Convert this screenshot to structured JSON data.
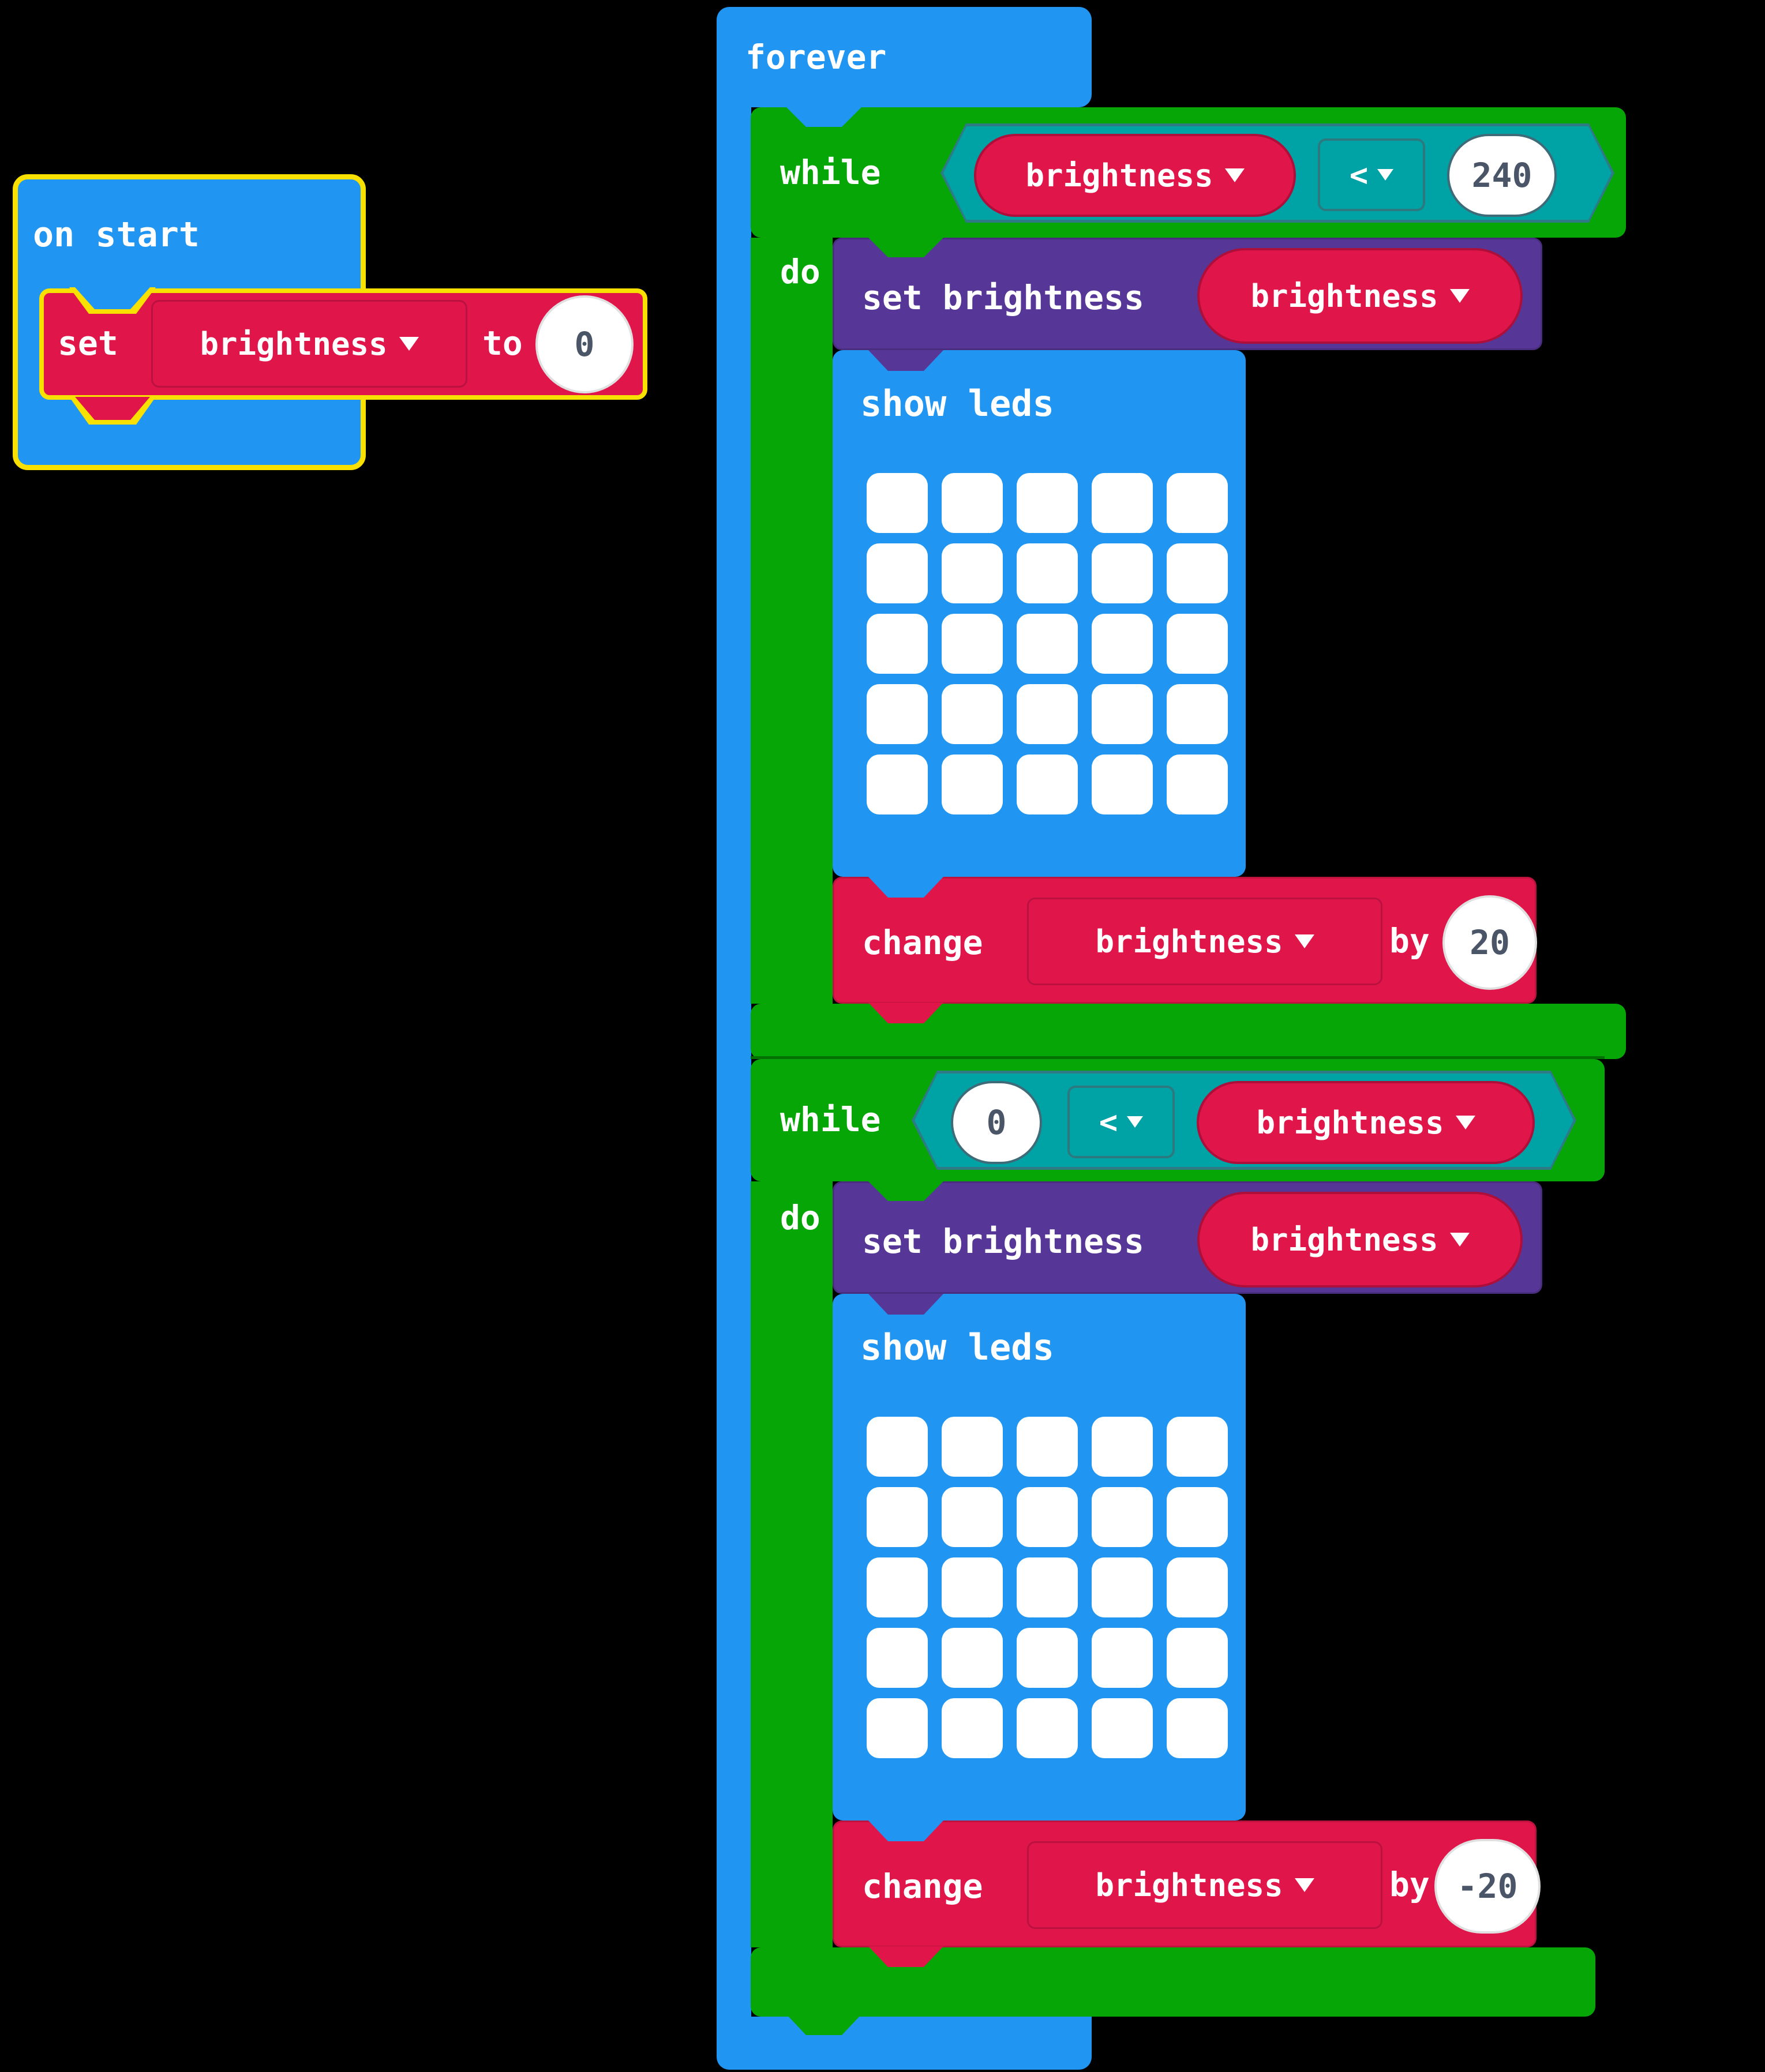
{
  "colors": {
    "background": "#000000",
    "basic_blue": "#2095F2",
    "loops_green": "#05A605",
    "logic_teal": "#00A3A5",
    "led_purple": "#563797",
    "variables_red": "#E0164A",
    "selection_yellow": "#F8E000",
    "number_text": "#4A5568"
  },
  "on_start": {
    "label": "on start",
    "selected": true,
    "set": {
      "keyword": "set",
      "variable": "brightness",
      "to": "to",
      "value": "0"
    }
  },
  "forever": {
    "label": "forever",
    "while1": {
      "keyword": "while",
      "do_label": "do",
      "cond": {
        "left_var": "brightness",
        "op": "<",
        "right_num": "240"
      },
      "set": {
        "label": "set brightness",
        "variable": "brightness"
      },
      "show_leds": {
        "label": "show leds"
      },
      "change": {
        "keyword": "change",
        "variable": "brightness",
        "by": "by",
        "value": "20"
      }
    },
    "while2": {
      "keyword": "while",
      "do_label": "do",
      "cond": {
        "left_num": "0",
        "op": "<",
        "right_var": "brightness"
      },
      "set": {
        "label": "set brightness",
        "variable": "brightness"
      },
      "show_leds": {
        "label": "show leds"
      },
      "change": {
        "keyword": "change",
        "variable": "brightness",
        "by": "by",
        "value": "-20"
      }
    }
  },
  "leds": {
    "grid1": [
      [
        1,
        1,
        1,
        1,
        1
      ],
      [
        1,
        1,
        1,
        1,
        1
      ],
      [
        1,
        1,
        1,
        1,
        1
      ],
      [
        1,
        1,
        1,
        1,
        1
      ],
      [
        1,
        1,
        1,
        1,
        1
      ]
    ],
    "grid2": [
      [
        1,
        1,
        1,
        1,
        1
      ],
      [
        1,
        1,
        1,
        1,
        1
      ],
      [
        1,
        1,
        1,
        1,
        1
      ],
      [
        1,
        1,
        1,
        1,
        1
      ],
      [
        1,
        1,
        1,
        1,
        1
      ]
    ]
  }
}
